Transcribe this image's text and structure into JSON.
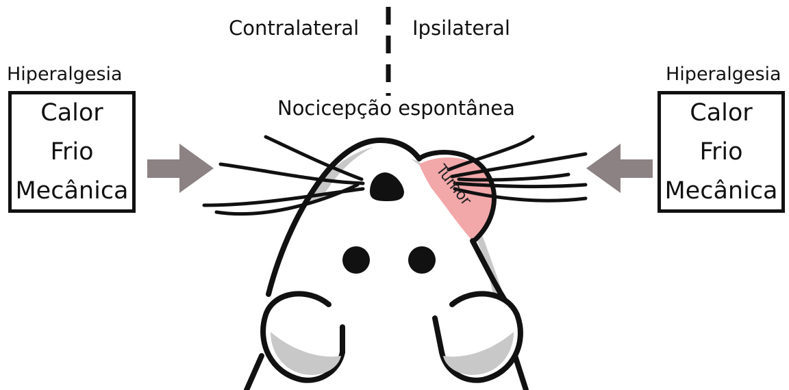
{
  "midline": {
    "contralateral_label": "Contralateral",
    "ipsilateral_label": "Ipsilateral"
  },
  "spontaneous_label": "Nocicepção espontânea",
  "tumor_label": "Tumor",
  "left_panel": {
    "title": "Hiperalgesia",
    "items": [
      "Calor",
      "Frio",
      "Mecânica"
    ]
  },
  "right_panel": {
    "title": "Hiperalgesia",
    "items": [
      "Calor",
      "Frio",
      "Mecânica"
    ]
  },
  "colors": {
    "arrow": "#8c8283",
    "tumor": "#f2a7a9",
    "outline": "#111111",
    "fur_shade": "#c8c8c8"
  }
}
